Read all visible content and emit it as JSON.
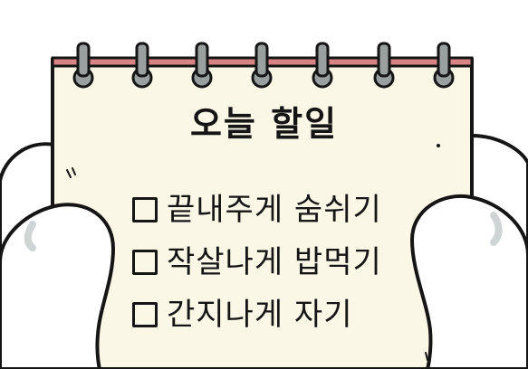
{
  "note": {
    "title": "오늘 할일",
    "tasks": [
      {
        "label": "끝내주게 숨쉬기",
        "checked": false
      },
      {
        "label": "작살나게 밥먹기",
        "checked": false
      },
      {
        "label": "간지나게 자기",
        "checked": false
      }
    ]
  },
  "colors": {
    "paper": "#fbf7e6",
    "binding_strip": "#d98484",
    "outline": "#151515",
    "ring_metal": "#9aa0a0",
    "hand_shadow": "#cfd4d4"
  },
  "icons": [
    "spiral-ring-icon",
    "checkbox-icon"
  ]
}
